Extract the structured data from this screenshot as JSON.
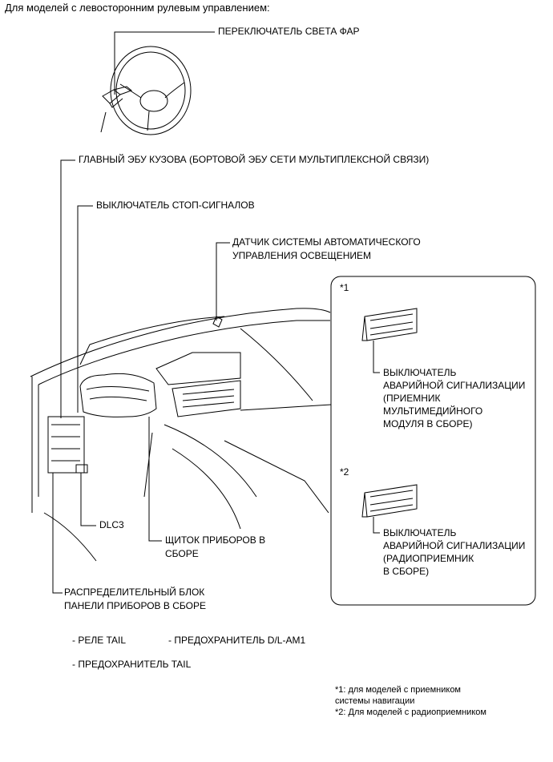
{
  "header": {
    "title": "Для моделей с левосторонним рулевым управлением:"
  },
  "labels": {
    "headlight_switch": "ПЕРЕКЛЮЧАТЕЛЬ СВЕТА ФАР",
    "main_body_ecu": "ГЛАВНЫЙ ЭБУ КУЗОВА (БОРТОВОЙ ЭБУ СЕТИ МУЛЬТИПЛЕКСНОЙ СВЯЗИ)",
    "stop_light_switch": "ВЫКЛЮЧАТЕЛЬ СТОП-СИГНАЛОВ",
    "light_control_sensor": [
      "ДАТЧИК СИСТЕМЫ АВТОМАТИЧЕСКОГО",
      "УПРАВЛЕНИЯ ОСВЕЩЕНИЕМ"
    ],
    "dlc3": "DLC3",
    "combination_meter": [
      "ЩИТОК ПРИБОРОВ В",
      "СБОРЕ"
    ],
    "junction_block": [
      "РАСПРЕДЕЛИТЕЛЬНЫЙ БЛОК",
      "ПАНЕЛИ ПРИБОРОВ В СБОРЕ"
    ]
  },
  "inset": {
    "variant1_mark": "*1",
    "variant1_label": [
      "ВЫКЛЮЧАТЕЛЬ",
      "АВАРИЙНОЙ СИГНАЛИЗАЦИИ",
      "(ПРИЕМНИК",
      "МУЛЬТИМЕДИЙНОГО",
      "МОДУЛЯ В СБОРЕ)"
    ],
    "variant2_mark": "*2",
    "variant2_label": [
      "ВЫКЛЮЧАТЕЛЬ",
      "АВАРИЙНОЙ СИГНАЛИЗАЦИИ",
      "(РАДИОПРИЕМНИК",
      "В СБОРЕ)"
    ]
  },
  "components_list": {
    "tail_relay": "- РЕЛЕ TAIL",
    "dl_am1_fuse": "- ПРЕДОХРАНИТЕЛЬ D/L-AM1",
    "tail_fuse": "- ПРЕДОХРАНИТЕЛЬ TAIL"
  },
  "footnotes": {
    "note1": [
      "*1: для моделей с приемником",
      "системы навигации"
    ],
    "note2": "*2: Для моделей с радиоприемником"
  }
}
